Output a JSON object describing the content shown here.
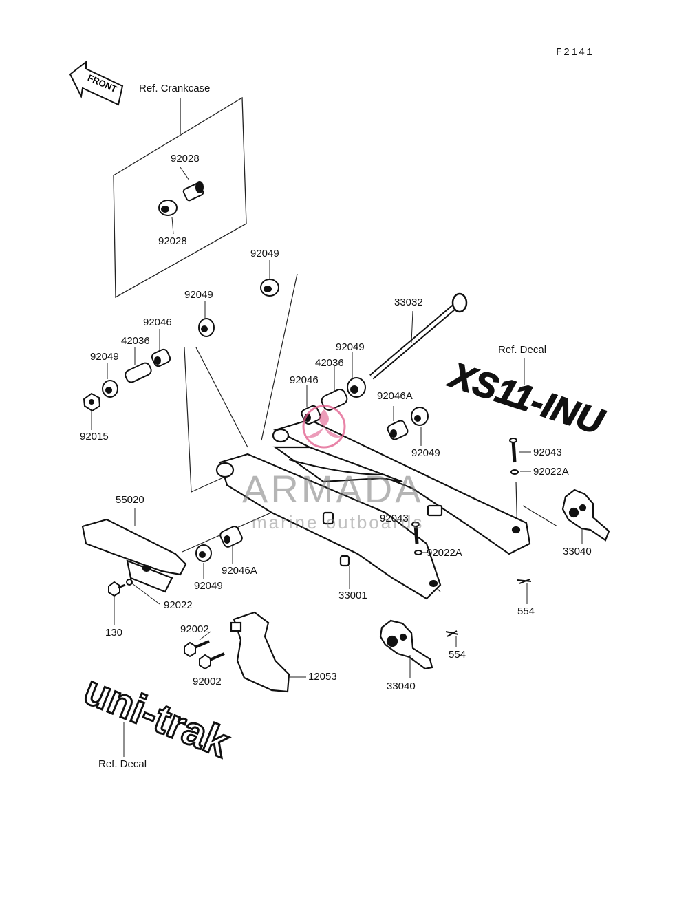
{
  "diagram_code": "F2141",
  "front_arrow_label": "FRONT",
  "ref_labels": {
    "crankcase": "Ref. Crankcase",
    "decal_top": "Ref. Decal",
    "decal_bottom": "Ref. Decal"
  },
  "decals": {
    "top": "XS11-INU",
    "bottom": "uni-trak"
  },
  "watermark": {
    "title": "ARMADA",
    "subtitle": "marine outboards",
    "accent_color": "#e05a8a"
  },
  "part_numbers": {
    "p92028_a": "92028",
    "p92028_b": "92028",
    "p92049_a": "92049",
    "p92049_b": "92049",
    "p92046_a": "92046",
    "p42036_a": "42036",
    "p92049_c": "92049",
    "p92015": "92015",
    "p33032": "33032",
    "p92049_d": "92049",
    "p42036_b": "42036",
    "p92046_b": "92046",
    "p92046A_a": "92046A",
    "p92049_e": "92049",
    "p92043_a": "92043",
    "p92022A_a": "92022A",
    "p55020": "55020",
    "p92043_b": "92043",
    "p92022A_b": "92022A",
    "p33040_a": "33040",
    "p92049_f": "92049",
    "p92046A_b": "92046A",
    "p33001": "33001",
    "p92022": "92022",
    "p554_a": "554",
    "p130": "130",
    "p92002_a": "92002",
    "p92002_b": "92002",
    "p554_b": "554",
    "p12053": "12053",
    "p33040_b": "33040"
  }
}
